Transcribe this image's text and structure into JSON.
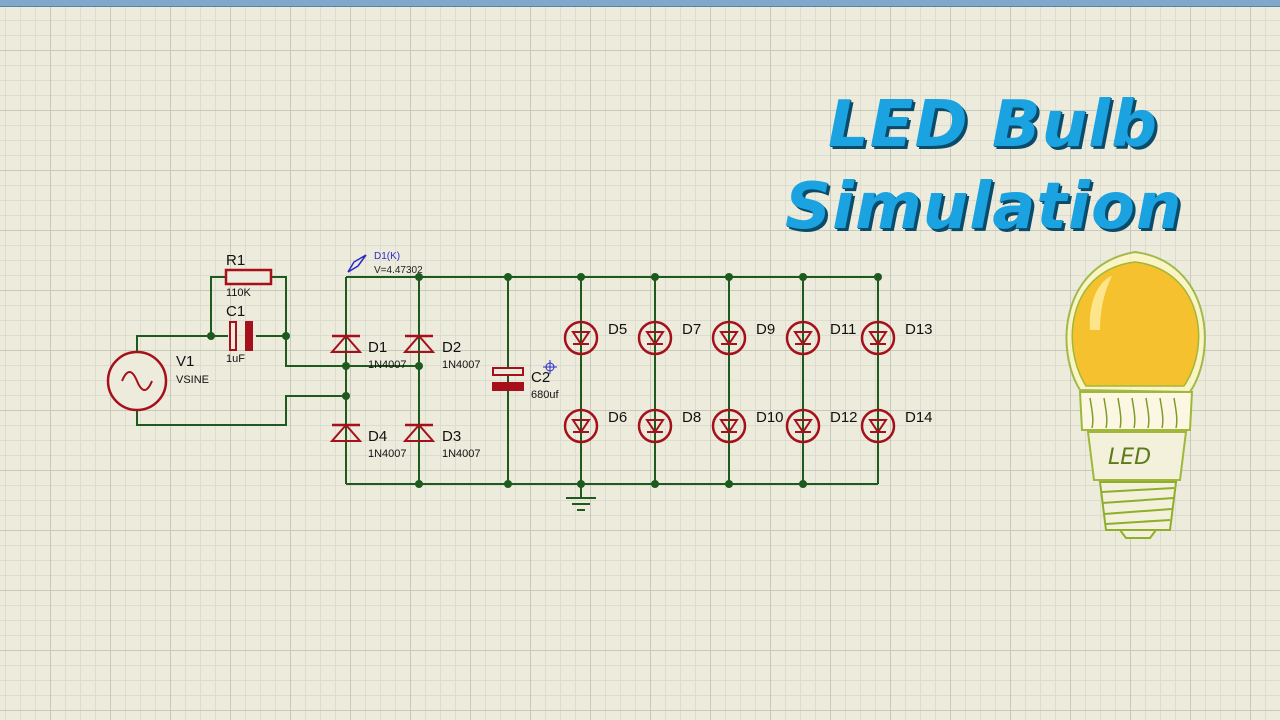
{
  "title": {
    "line1": "LED Bulb",
    "line2": "Simulation"
  },
  "colors": {
    "wire": "#1e5a1e",
    "component": "#a5101a",
    "title": "#1aa3e0",
    "probe": "#2a2ac8",
    "grid": "#ecebdc"
  },
  "components": {
    "source": {
      "ref": "V1",
      "value": "VSINE"
    },
    "resistor": {
      "ref": "R1",
      "value": "110K"
    },
    "cap1": {
      "ref": "C1",
      "value": "1uF"
    },
    "cap2": {
      "ref": "C2",
      "value": "680uf"
    },
    "bridge": [
      {
        "ref": "D1",
        "value": "1N4007"
      },
      {
        "ref": "D2",
        "value": "1N4007"
      },
      {
        "ref": "D4",
        "value": "1N4007"
      },
      {
        "ref": "D3",
        "value": "1N4007"
      }
    ],
    "leds_top": [
      "D5",
      "D7",
      "D9",
      "D11",
      "D13"
    ],
    "leds_bottom": [
      "D6",
      "D8",
      "D10",
      "D12",
      "D14"
    ]
  },
  "probe": {
    "name": "D1(K)",
    "reading": "V=4.47302"
  },
  "bulb": {
    "label": "LED"
  }
}
